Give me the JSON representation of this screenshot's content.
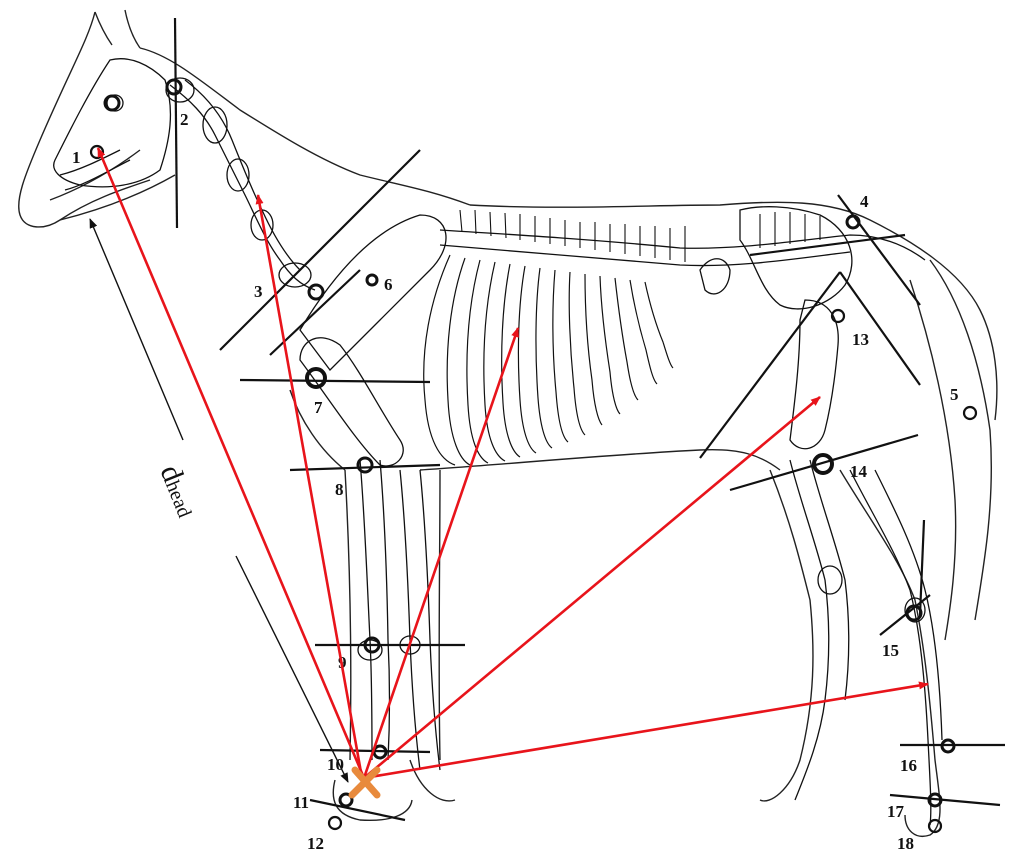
{
  "diagram": {
    "marker_labels": [
      "1",
      "2",
      "3",
      "4",
      "5",
      "6",
      "7",
      "8",
      "9",
      "10",
      "11",
      "12",
      "13",
      "14",
      "15",
      "16",
      "17",
      "18"
    ],
    "distance_label": {
      "main": "d",
      "subscript": "head"
    },
    "colors": {
      "arrow": "#e8141b",
      "origin_marker": "#e88a3c",
      "drawing": "#111111",
      "background": "#ffffff"
    }
  }
}
